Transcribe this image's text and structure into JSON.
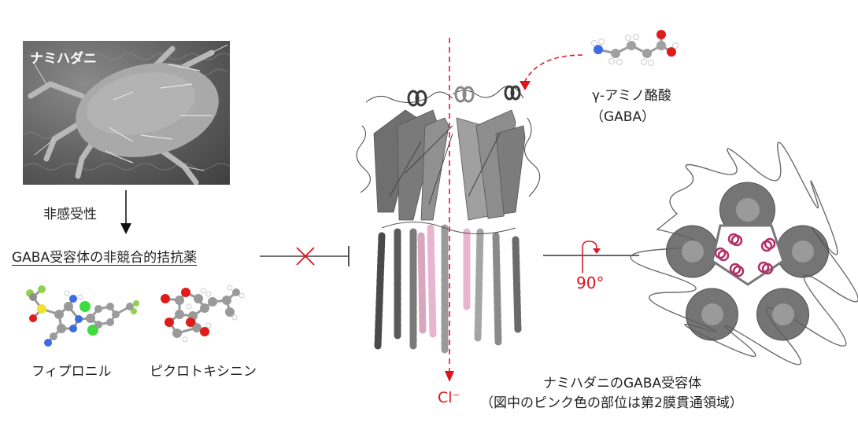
{
  "mite_photo": {
    "label": "ナミハダニ",
    "icon": "mite-sem-photo"
  },
  "insensitivity_label": "非感受性",
  "antagonist_heading": "GABA受容体の非競合的拮抗薬",
  "compounds": [
    {
      "name": "フィプロニル",
      "icon": "fipronil-molecule"
    },
    {
      "name": "ピクロトキシニン",
      "icon": "picrotoxinin-molecule"
    }
  ],
  "gaba": {
    "name_line1": "γ-アミノ酪酸",
    "name_line2": "（GABA）",
    "icon": "gaba-molecule"
  },
  "receptor": {
    "caption_line1": "ナミハダニのGABA受容体",
    "caption_line2": "（図中のピンク色の部位は第2膜貫通領域）",
    "ion_label": "Cl⁻",
    "side_view_icon": "receptor-side-view",
    "top_view_icon": "receptor-top-view"
  },
  "rotation_label": "90°",
  "colors": {
    "accent_red": "#e0121b",
    "pink_tm2": "#e8b4cf",
    "magenta_tm2_top": "#b0306a",
    "protein_gray": "#707070",
    "line_dark": "#333333"
  }
}
